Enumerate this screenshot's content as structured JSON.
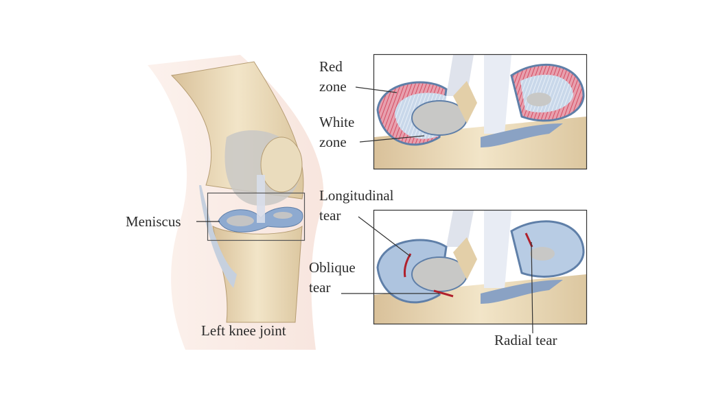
{
  "labels": {
    "meniscus": "Meniscus",
    "knee_caption": "Left knee joint",
    "red_zone_line1": "Red",
    "red_zone_line2": "zone",
    "white_zone_line1": "White",
    "white_zone_line2": "zone",
    "longitudinal_line1": "Longitudinal",
    "longitudinal_line2": "tear",
    "oblique_line1": "Oblique",
    "oblique_line2": "tear",
    "radial": "Radial tear"
  },
  "colors": {
    "bone": "#ecdcbc",
    "meniscus": "#9fb6d3",
    "red_zone": "#d9566a",
    "tear": "#b0202c",
    "frame": "#333333"
  }
}
